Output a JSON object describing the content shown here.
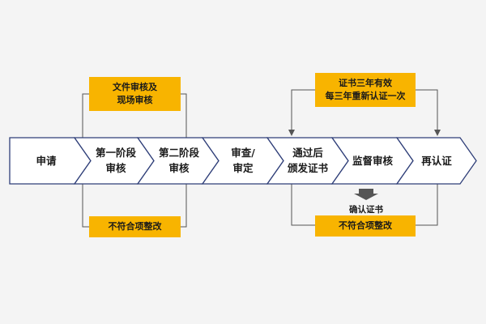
{
  "steps": [
    {
      "line1": "申请",
      "line2": ""
    },
    {
      "line1": "第一阶段",
      "line2": "审核"
    },
    {
      "line1": "第二阶段",
      "line2": "审核"
    },
    {
      "line1": "审查/",
      "line2": "审定"
    },
    {
      "line1": "通过后",
      "line2": "颁发证书"
    },
    {
      "line1": "监督审核",
      "line2": ""
    },
    {
      "line1": "再认证",
      "line2": ""
    }
  ],
  "notes": {
    "doc_review": {
      "line1": "文件审核及",
      "line2": "现场审核"
    },
    "nonconform_left": {
      "line1": "不符合项整改"
    },
    "cert_validity": {
      "line1": "证书三年有效",
      "line2": "每三年重新认证一次"
    },
    "confirm_cert": {
      "line1": "确认证书"
    },
    "nonconform_right": {
      "line1": "不符合项整改"
    }
  },
  "colors": {
    "arrow_fill": "#ffffff",
    "arrow_stroke": "#2e3e78",
    "note_fill": "#f8b400",
    "connector": "#555555",
    "indicator": "#555555"
  }
}
